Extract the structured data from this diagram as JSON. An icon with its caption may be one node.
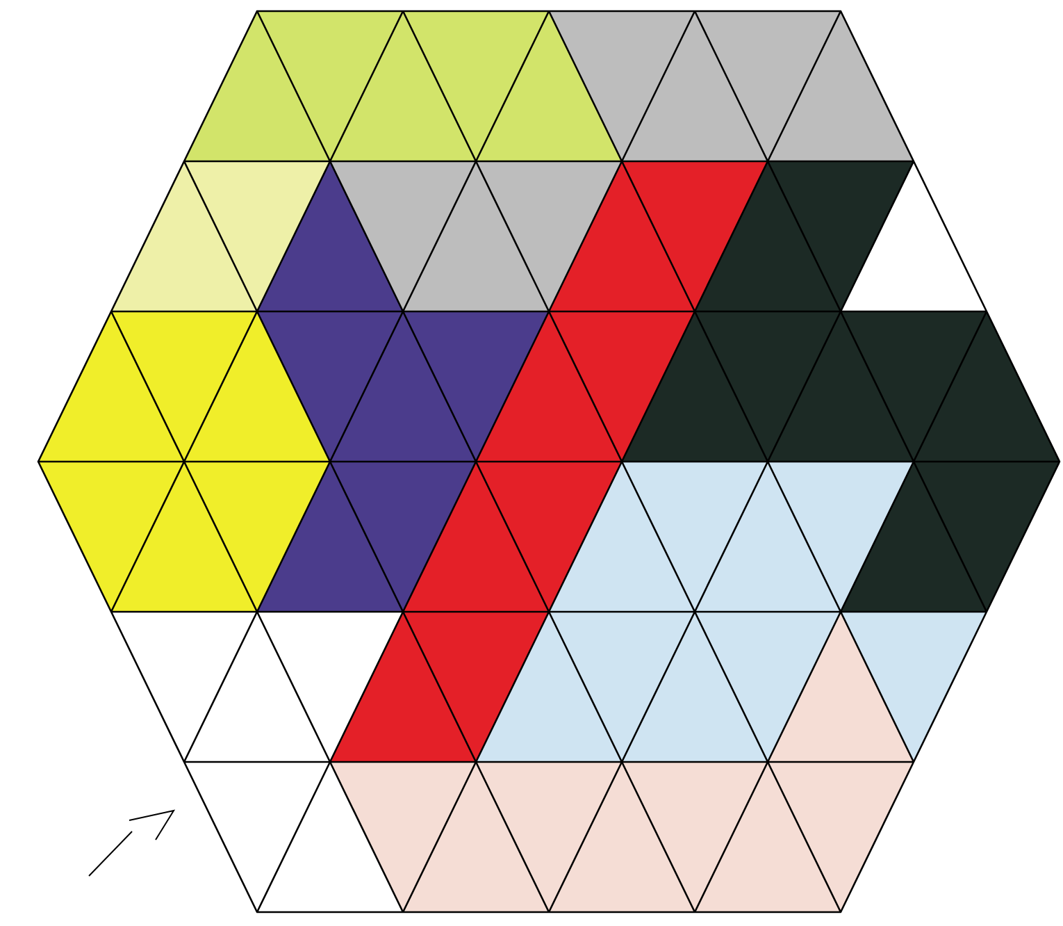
{
  "diagram": {
    "nodes": [
      {
        "text": [],
        "shape": "polygon"
      },
      {
        "text": [],
        "shape": "polygon"
      },
      {
        "text": [],
        "shape": "polygon"
      },
      {
        "text": [],
        "shape": "polygon"
      },
      {
        "text": [],
        "shape": "polygon"
      },
      {
        "text": [],
        "shape": "polygon"
      },
      {
        "text": [],
        "shape": "polygon"
      },
      {
        "text": [],
        "shape": "polygon"
      },
      {
        "text": [],
        "shape": "polygon"
      }
    ]
  }
}
